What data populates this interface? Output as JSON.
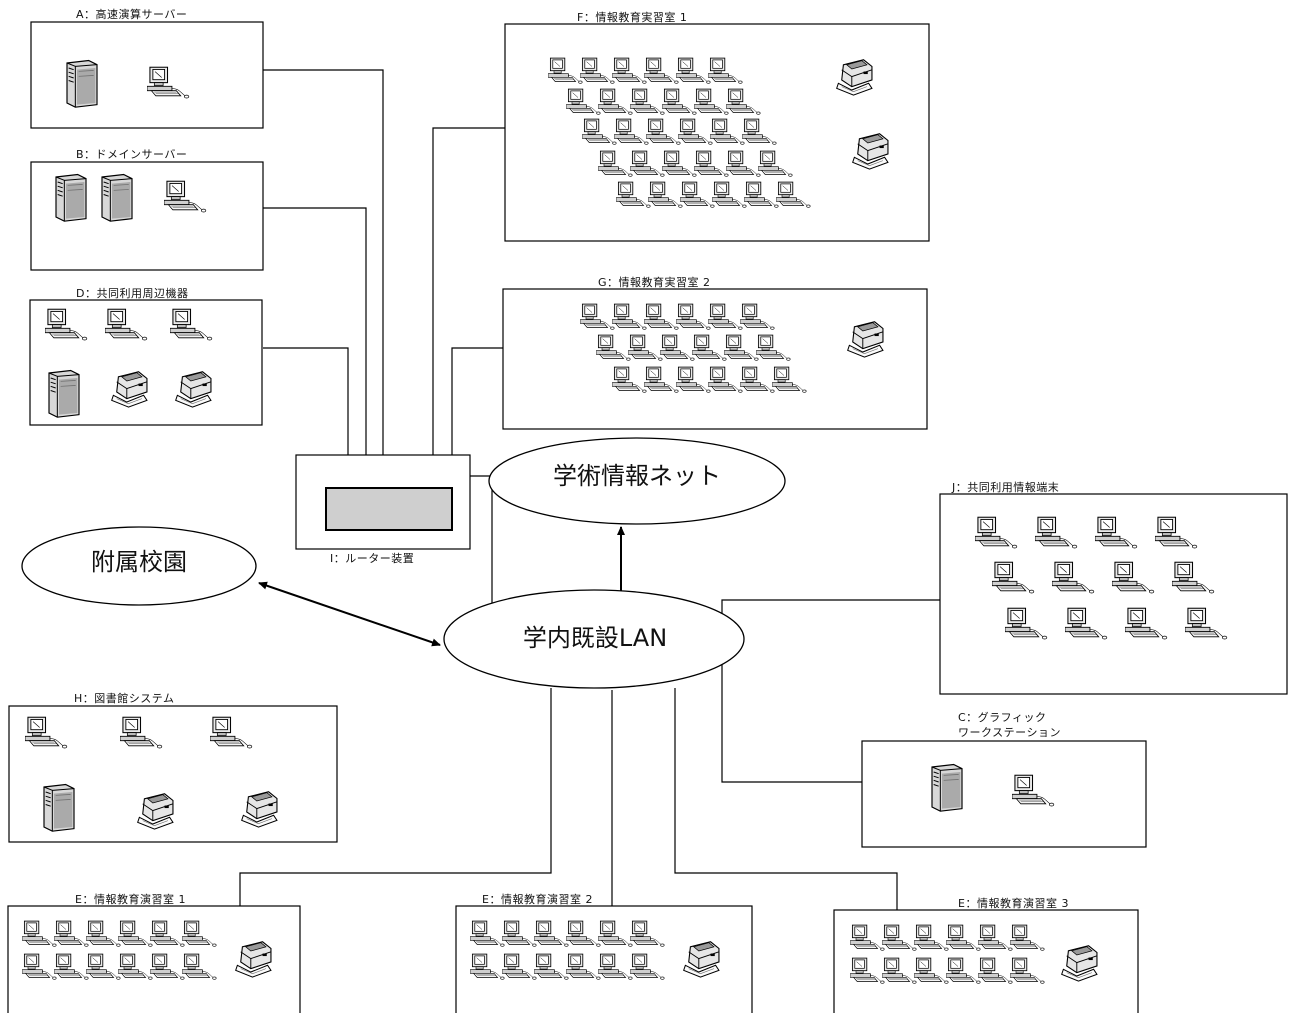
{
  "clouds": {
    "gakujutsu": "学術情報ネット",
    "fuzoku": "附属校園",
    "lan": "学内既設LAN"
  },
  "boxes": {
    "A": "A：高速演算サーバー",
    "B": "B：ドメインサーバー",
    "D": "D：共同利用周辺機器",
    "F": "F：情報教育実習室 1",
    "G": "G：情報教育実習室 2",
    "I": "I：ルーター装置",
    "J": "J：共同利用情報端末",
    "C_line1": "C：グラフィック",
    "C_line2": "ワークステーション",
    "H": "H：図書館システム",
    "E1": "E：情報教育演習室 1",
    "E2": "E：情報教育演習室 2",
    "E3": "E：情報教育演習室 3"
  },
  "icons": {
    "workstation": "workstation-icon",
    "tower": "server-tower-icon",
    "printer": "printer-icon",
    "router": "router-panel-icon"
  }
}
